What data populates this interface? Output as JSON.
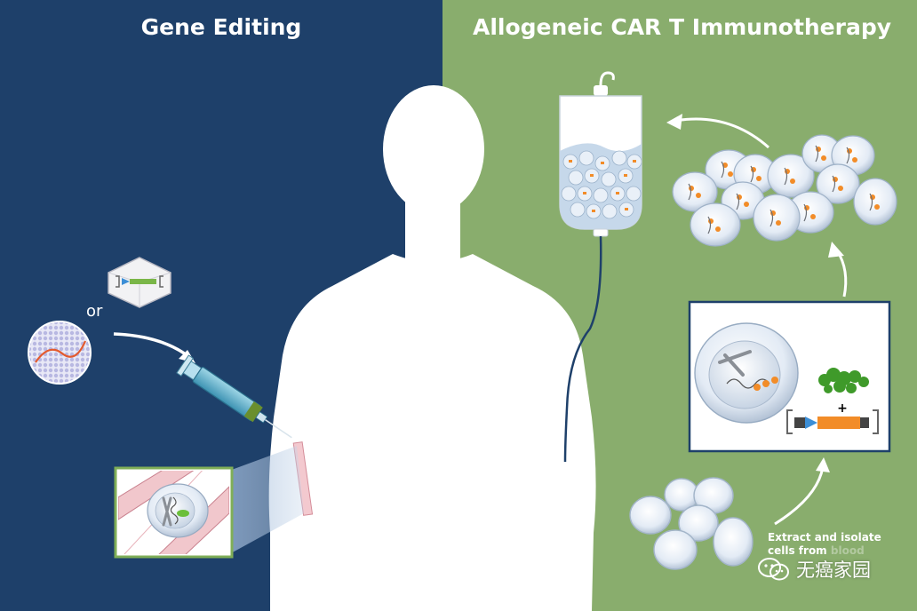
{
  "titles": {
    "left": "Gene Editing",
    "right": "Allogeneic CAR T Immunotherapy"
  },
  "labels": {
    "or": "or",
    "extract": "Extract and isolate cells from",
    "extract_hidden_tail": "blood"
  },
  "watermark": {
    "text": "无癌家园",
    "icon": "wechat-icon"
  },
  "colors": {
    "left_panel": "#1e406a",
    "right_panel": "#89ad6d",
    "body_silhouette": "#ffffff",
    "car_construct": "#f28c28",
    "promoter_arrow": "#3c8ed6",
    "gene_payload": "#7ab648",
    "protein_complex": "#3f9a2a",
    "syringe_fluid": "#4aa7c7"
  }
}
